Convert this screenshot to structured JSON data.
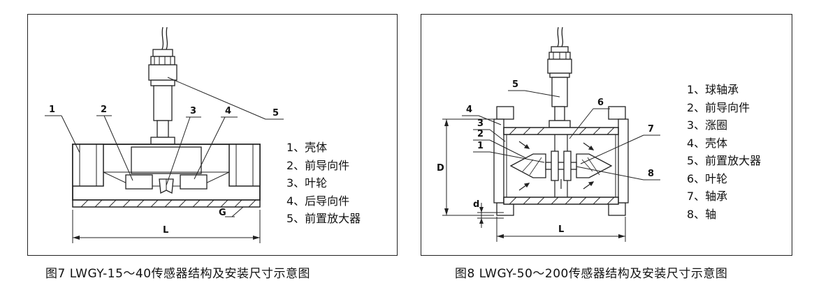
{
  "figures": [
    {
      "caption": "图7  LWGY-15～40传感器结构及安装尺寸示意图",
      "legend": [
        "1、壳体",
        "2、前导向件",
        "3、叶轮",
        "4、后导向件",
        "5、前置放大器"
      ],
      "callouts": [
        "1",
        "2",
        "3",
        "4",
        "5"
      ],
      "dimensions": [
        "L",
        "G"
      ]
    },
    {
      "caption": "图8 LWGY-50～200传感器结构及安装尺寸示意图",
      "legend": [
        "1、球轴承",
        "2、前导向件",
        "3、涨圈",
        "4、壳体",
        "5、前置放大器",
        "6、叶轮",
        "7、轴承",
        "8、轴"
      ],
      "callouts": [
        "1",
        "2",
        "3",
        "4",
        "5",
        "6",
        "7",
        "8"
      ],
      "dimensions": [
        "D",
        "d",
        "L"
      ]
    }
  ]
}
